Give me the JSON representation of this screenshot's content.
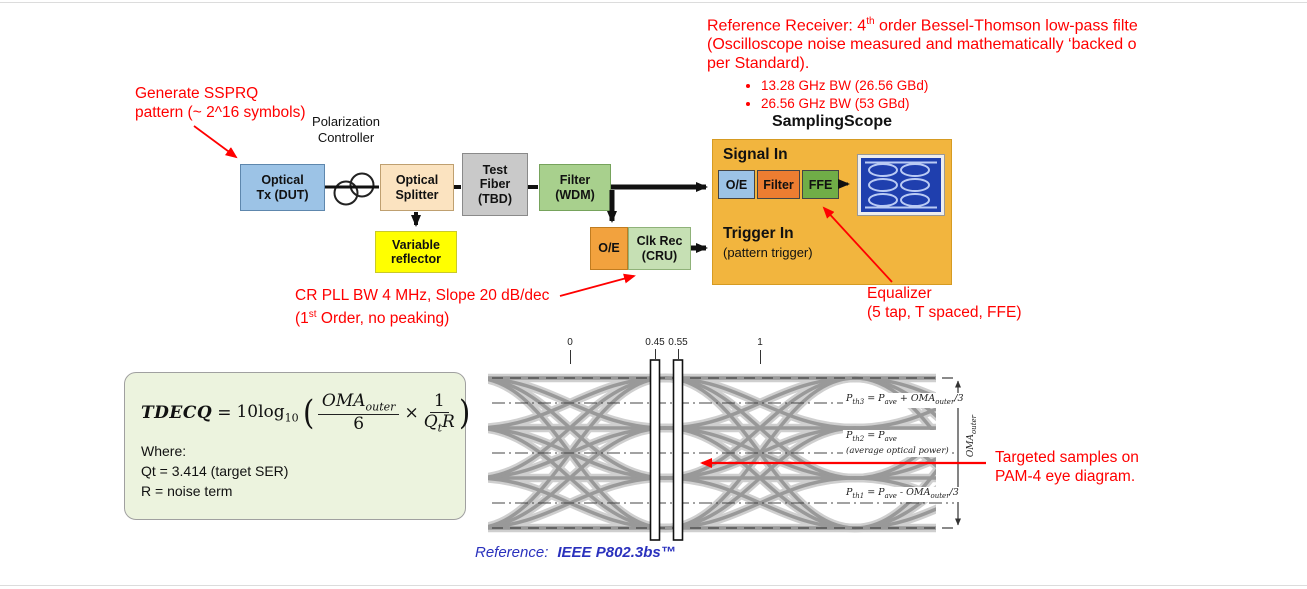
{
  "annotations": {
    "generate_pattern": {
      "l1": "Generate SSPRQ",
      "l2": "pattern (~ 2^16 symbols)"
    },
    "reference_receiver": {
      "l1": [
        "Reference Receiver:  4",
        "th",
        " order Bessel-Thomson low-pass filte"
      ],
      "l2": "(Oscilloscope noise measured and mathematically ‘backed o",
      "l3": "per Standard).",
      "bullets": [
        "13.28 GHz BW (26.56 GBd)",
        "26.56 GHz BW (53 GBd)"
      ]
    },
    "cr_pll": {
      "l1": "CR PLL BW 4 MHz, Slope 20 dB/dec",
      "l2": [
        "(1",
        "st",
        " Order, no peaking)"
      ]
    },
    "equalizer": {
      "l1": "Equalizer",
      "l2": "(5 tap, T spaced, FFE)"
    },
    "targeted": {
      "l1": "Targeted samples on",
      "l2": "PAM-4 eye diagram."
    }
  },
  "blocks": {
    "polarization": {
      "l1": "Polarization",
      "l2": "Controller"
    },
    "optical_tx": {
      "l1": "Optical",
      "l2": "Tx (DUT)"
    },
    "optical_splitter": {
      "l1": "Optical",
      "l2": "Splitter"
    },
    "test_fiber": {
      "l1": "Test",
      "l2": "Fiber",
      "l3": "(TBD)"
    },
    "filter_wdm": {
      "l1": "Filter",
      "l2": "(WDM)"
    },
    "variable_reflector": {
      "l1": "Variable",
      "l2": "reflector"
    },
    "oe_standalone": "O/E",
    "clk_rec": {
      "l1": "Clk Rec",
      "l2": "(CRU)"
    }
  },
  "scope": {
    "title": "SamplingScope",
    "signal_in": "Signal In",
    "oe": "O/E",
    "filter": "Filter",
    "ffe": "FFE",
    "trigger_in": "Trigger In",
    "trigger_sub": "(pattern trigger)"
  },
  "formula": {
    "lhs": "TDECQ",
    "eq": "=",
    "log": "10log",
    "logbase": "10",
    "open": "(",
    "f1num": [
      "OMA",
      "outer"
    ],
    "f1den": "6",
    "times": "×",
    "f2num": "1",
    "f2den": [
      "Q",
      "t",
      "R"
    ],
    "close": ")",
    "where": "Where:",
    "line_qt": "Qt = 3.414 (target SER)",
    "line_r": "R = noise term"
  },
  "eye": {
    "tick_labels": {
      "zero": "0",
      "p45": "0.45",
      "p55": "0.55",
      "one": "1"
    },
    "pth3": [
      "P",
      "th3",
      " = P",
      "ave",
      " + OMA",
      "outer",
      "/3"
    ],
    "pth2_l1": [
      "P",
      "th2",
      " = P",
      "ave"
    ],
    "pth2_l2": "(average optical power)",
    "pth1": [
      "P",
      "th1",
      " = P",
      "ave",
      " - OMA",
      "outer",
      "/3"
    ],
    "oma": [
      "OMA",
      "outer"
    ]
  },
  "footer": {
    "reference_label": "Reference:",
    "reference_value": "IEEE P802.3bs™"
  },
  "colors": {
    "annotation_red": "#ff0000",
    "optical_tx": "#9cc3e6",
    "optical_splitter": "#fbe3c0",
    "test_fiber": "#c9c9c9",
    "filter_wdm": "#a8d08d",
    "variable_reflector": "#ffff00",
    "oe_orange": "#f2a23e",
    "clk_rec_green": "#c6e0b4",
    "scope_panel": "#f2b53e",
    "scope_oe": "#9cc3e6",
    "scope_filter": "#ed7d31",
    "scope_ffe": "#70ad47",
    "formula_bg": "#ecf3de",
    "reference_blue": "#2a31bd",
    "eye_trace_gray": "#9b9b9b"
  }
}
